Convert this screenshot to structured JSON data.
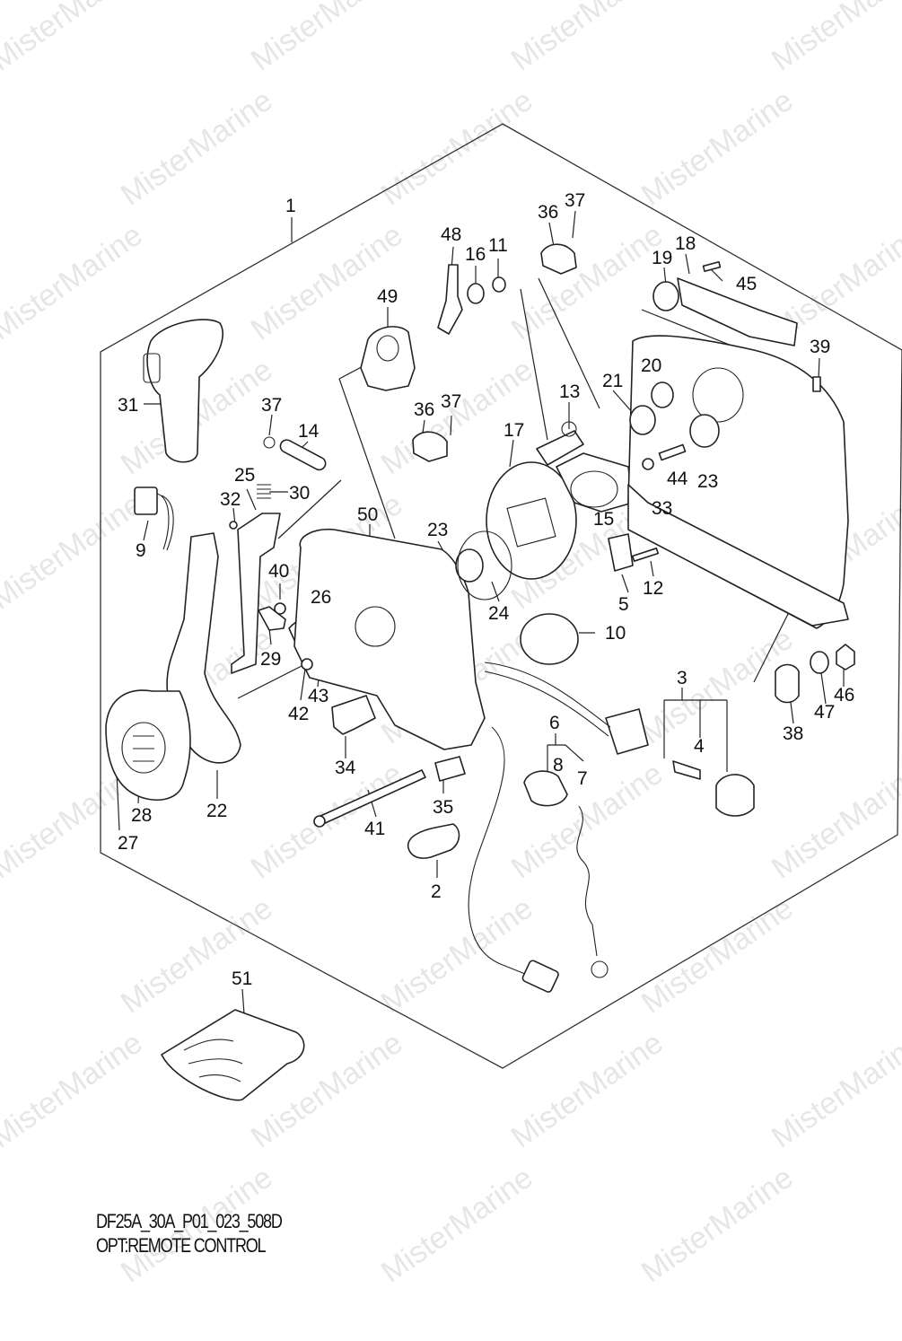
{
  "watermark": "MisterMarine",
  "diagram_code": "DF25A_30A_P01_023_508D",
  "diagram_title": "OPT:REMOTE CONTROL",
  "callouts": [
    "1",
    "2",
    "3",
    "4",
    "5",
    "6",
    "7",
    "8",
    "9",
    "10",
    "11",
    "12",
    "13",
    "14",
    "15",
    "16",
    "17",
    "18",
    "19",
    "20",
    "21",
    "22",
    "23",
    "23",
    "24",
    "25",
    "26",
    "27",
    "28",
    "29",
    "30",
    "31",
    "32",
    "33",
    "34",
    "35",
    "36",
    "36",
    "37",
    "37",
    "37",
    "38",
    "39",
    "40",
    "41",
    "42",
    "43",
    "44",
    "45",
    "46",
    "47",
    "48",
    "49",
    "50",
    "51"
  ]
}
